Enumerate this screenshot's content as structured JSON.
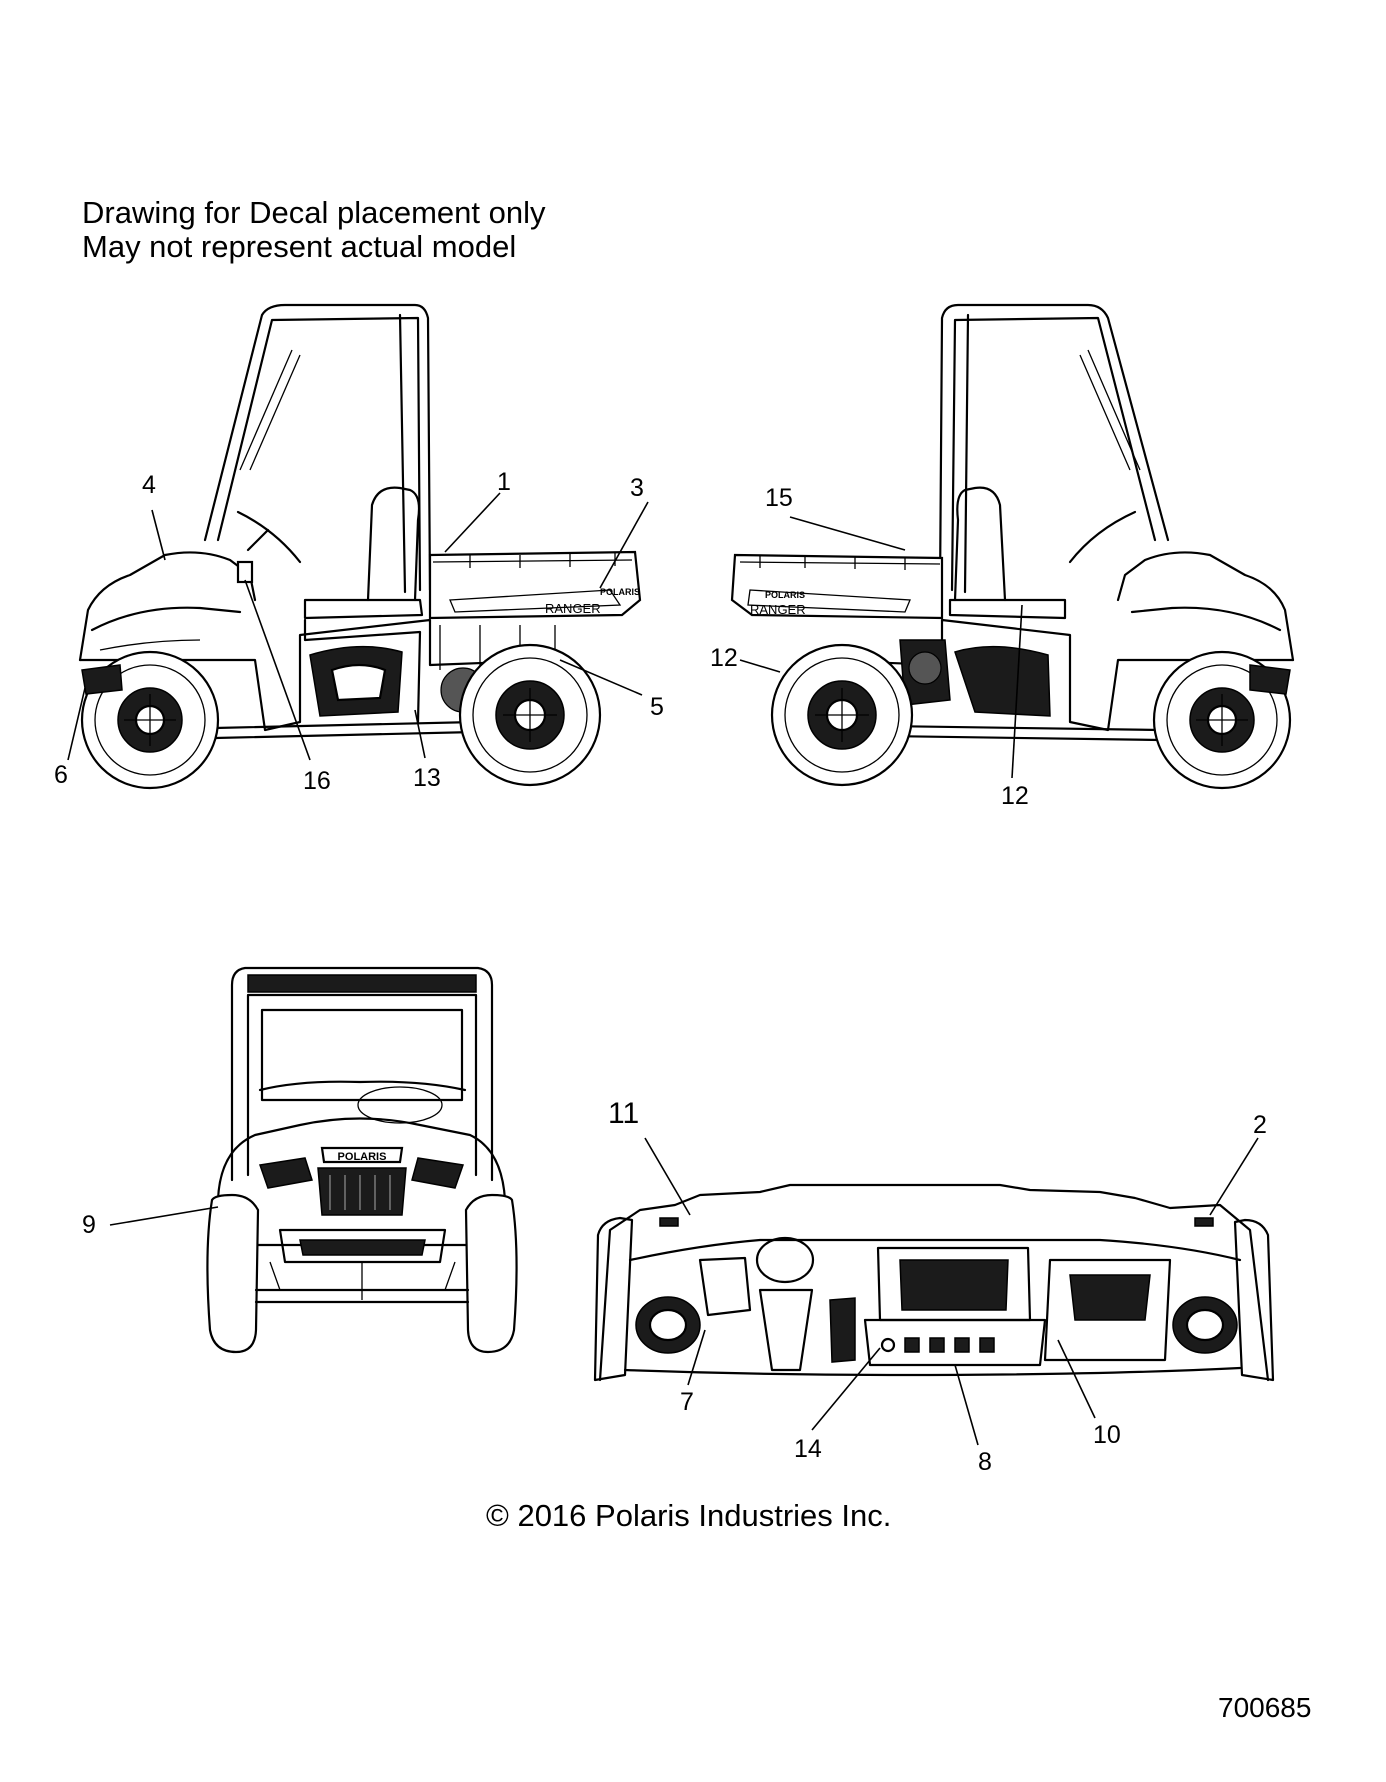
{
  "notes": {
    "line1": "Drawing for Decal placement only",
    "line2": "May not represent actual model"
  },
  "copyright": "© 2016 Polaris Industries Inc.",
  "drawing_number": "700685",
  "vehicle_text": {
    "bed_left_brand": "POLARIS",
    "bed_left_model": "RANGER",
    "bed_right_brand": "POLARIS",
    "bed_right_model": "RANGER",
    "front_grille_brand": "POLARIS"
  },
  "callouts": {
    "c1": "1",
    "c2": "2",
    "c3": "3",
    "c4": "4",
    "c5": "5",
    "c6": "6",
    "c7": "7",
    "c8": "8",
    "c9": "9",
    "c10": "10",
    "c11": "11",
    "c12a": "12",
    "c12b": "12",
    "c13": "13",
    "c14": "14",
    "c15": "15",
    "c16": "16"
  }
}
